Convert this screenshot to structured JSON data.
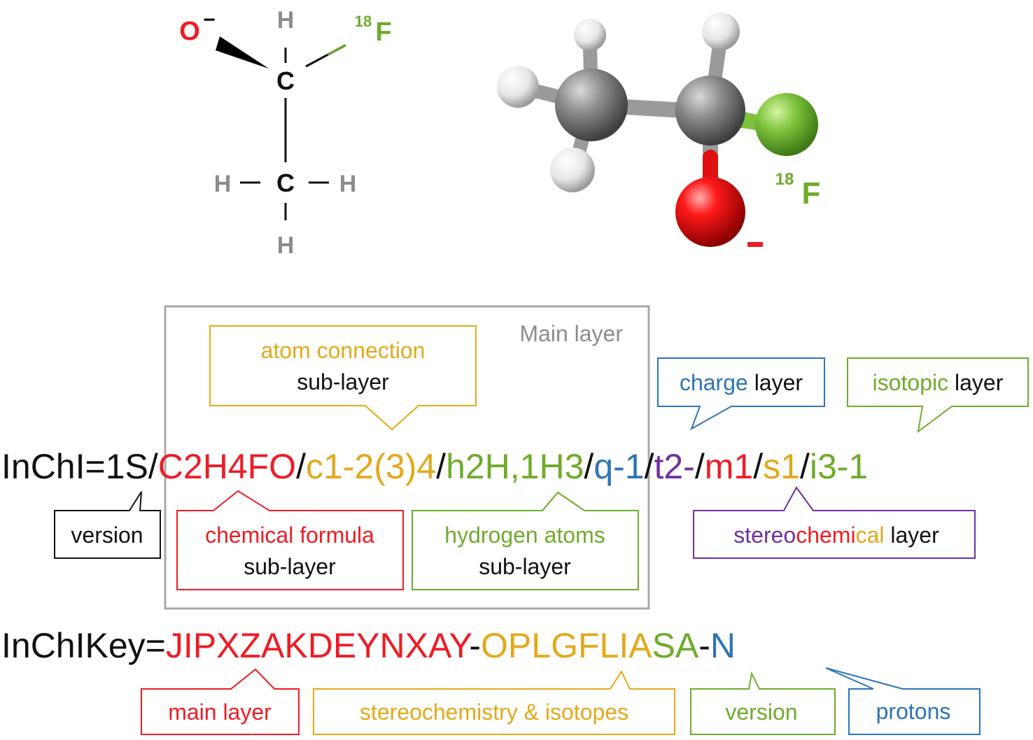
{
  "colors": {
    "red": "#ee1c25",
    "orange": "#e3a91a",
    "green": "#6fab2c",
    "blue": "#2e74b5",
    "purple": "#7030a0",
    "gray": "#8c8c8c",
    "black": "#111111",
    "box_gray": "#a8a8a8"
  },
  "structure_2d": {
    "o_label": "O",
    "o_charge": "−",
    "h_top": "H",
    "c_top": "C",
    "iso_mass": "18",
    "f_label": "F",
    "h_left": "H",
    "c_bottom": "C",
    "h_right": "H",
    "h_bottom": "H"
  },
  "model_3d": {
    "iso_mass": "18",
    "f_label": "F",
    "charge": "-"
  },
  "main_layer": {
    "label": "Main layer"
  },
  "inchi": {
    "prefix": "InChI=",
    "version": "1S",
    "slash": "/",
    "formula": "C2H4FO",
    "connections": "c1-2(3)4",
    "hydrogens": "h2H,1H3",
    "charge": "q-1",
    "stereo_t": "t2-",
    "stereo_m": "m1",
    "stereo_s": "s1",
    "isotopic": "i3-1"
  },
  "inchikey": {
    "prefix": "InChIKey=",
    "main": "JIPXZAKDEYNXAY",
    "dash": "-",
    "stereo_iso": "OPLGFLIA",
    "version_part": "SA",
    "protons": "N"
  },
  "callouts": {
    "atom_connection": {
      "line1": "atom connection",
      "line2": "sub-layer"
    },
    "charge_layer": {
      "colored": "charge",
      "plain": " layer"
    },
    "isotopic_layer": {
      "colored": "isotopic",
      "plain": " layer"
    },
    "version": "version",
    "chemical_formula": {
      "line1": "chemical formula",
      "line2": "sub-layer"
    },
    "hydrogen_atoms": {
      "line1": "hydrogen atoms",
      "line2": "sub-layer"
    },
    "stereochemical": {
      "part1": "stereo",
      "part2": "chemi",
      "part3": "cal",
      "plain": " layer"
    },
    "key_main_layer": "main layer",
    "key_stereo_isotopes": "stereochemistry & isotopes",
    "key_version": "version",
    "key_protons": "protons"
  }
}
